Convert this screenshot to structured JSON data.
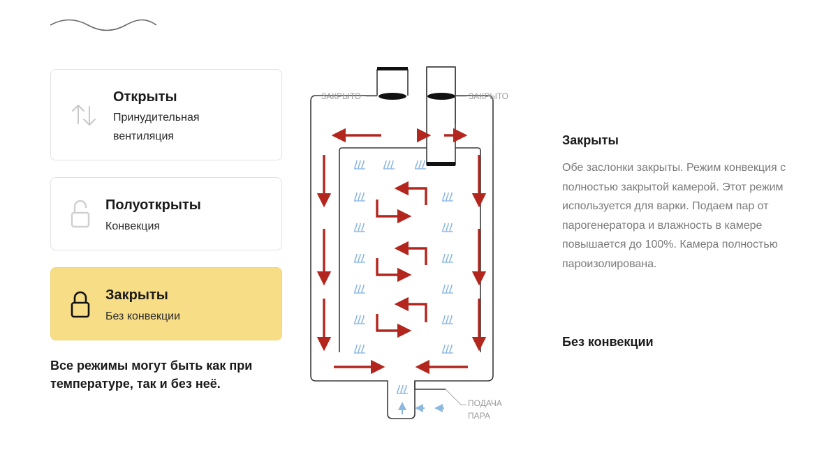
{
  "modes": [
    {
      "title": "Открыты",
      "subtitle": "Принудительная вентиляция",
      "icon": "arrows-up-down-icon",
      "active": false
    },
    {
      "title": "Полуоткрыты",
      "subtitle": "Конвекция",
      "icon": "unlocked-padlock-icon",
      "active": false
    },
    {
      "title": "Закрыты",
      "subtitle": "Без конвекции",
      "icon": "locked-padlock-icon",
      "active": true
    }
  ],
  "note": "Все режимы могут быть как при температуре, так и без неё.",
  "diagram": {
    "label_left": "ЗАКРЫТО",
    "label_right": "ЗАКРЫТО",
    "label_feed_1": "ПОДАЧА",
    "label_feed_2": "ПАРА",
    "arrow_color": "#b3261e",
    "steam_color": "#8db8e0"
  },
  "info": {
    "title": "Закрыты",
    "description": "Обе заслонки закрыты. Режим конвекция с полностью закрытой камерой. Этот режим используется для варки. Подаем пар от парогенератора и влажность в камере повышается до 100%. Камера полностью пароизолирована.",
    "subtitle": "Без конвекции"
  },
  "colors": {
    "active_card": "#f6dd86",
    "card_border": "#e2e2e2"
  }
}
